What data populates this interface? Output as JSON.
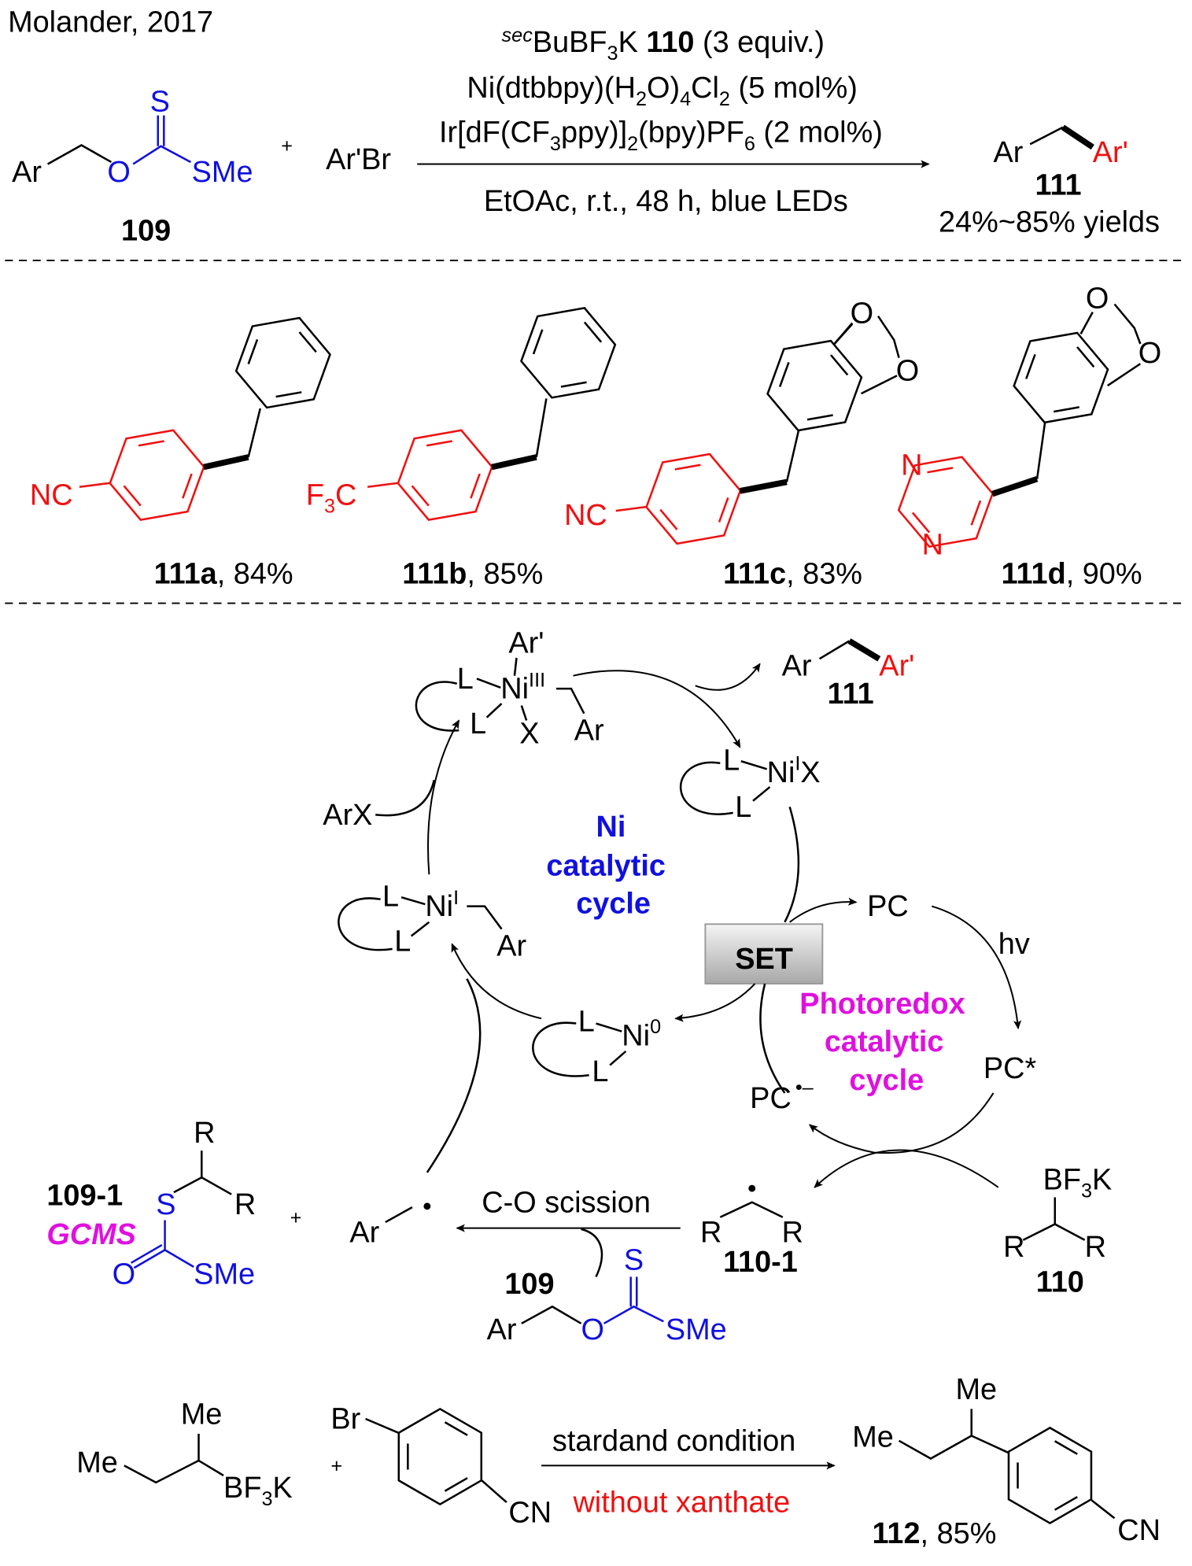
{
  "header": {
    "author": "Molander, 2017"
  },
  "scheme": {
    "reactant_label": "109",
    "ar": "Ar",
    "o": "O",
    "s": "S",
    "sme": "SMe",
    "plus": "+",
    "arbr": "Ar'Br",
    "cond1": {
      "sec": "sec",
      "a": "BuBF",
      "sub": "3",
      "b": "K ",
      "num": "110",
      "c": " (3 equiv.)"
    },
    "cond2": {
      "a": "Ni(dtbbpy)(H",
      "sub1": "2",
      "b": "O)",
      "sub2": "4",
      "c": "Cl",
      "sub3": "2",
      "d": " (5 mol%)"
    },
    "cond3": {
      "a": "Ir[dF(CF",
      "sub1": "3",
      "b": "ppy)]",
      "sub2": "2",
      "c": "(bpy)PF",
      "sub3": "6",
      "d": " (2 mol%)"
    },
    "cond4": "EtOAc, r.t., 48 h, blue LEDs",
    "product_ar": "Ar",
    "product_arp": "Ar'",
    "product_label": "111",
    "yields": "24%~85% yields"
  },
  "examples": [
    {
      "label": "111a",
      "yield": ", 84%",
      "sub": "NC"
    },
    {
      "label": "111b",
      "yield": ", 85%",
      "sub_a": "F",
      "sub_n": "3",
      "sub_b": "C"
    },
    {
      "label": "111c",
      "yield": ", 83%",
      "sub": "NC",
      "o1": "O",
      "o2": "O"
    },
    {
      "label": "111d",
      "yield": ", 90%",
      "n1": "N",
      "n2": "N",
      "o1": "O",
      "o2": "O"
    }
  ],
  "mechanism": {
    "ni3": {
      "arp": "Ar'",
      "l1": "L",
      "l2": "L",
      "ni": "Ni",
      "ox": "III",
      "x": "X",
      "ar": "Ar"
    },
    "prod": {
      "ar": "Ar",
      "arp": "Ar'",
      "label": "111"
    },
    "ni1x": {
      "l1": "L",
      "l2": "L",
      "ni": "Ni",
      "ox": "I",
      "x": "X"
    },
    "arx": "ArX",
    "ni_cycle": [
      "Ni",
      "catalytic",
      "cycle"
    ],
    "ni1r": {
      "l1": "L",
      "l2": "L",
      "ni": "Ni",
      "ox": "I",
      "ar": "Ar"
    },
    "set": "SET",
    "pc": "PC",
    "hv": "hv",
    "pcstar": "PC*",
    "pcrad": "PC",
    "pcrad_sup": "•–",
    "photo_cycle": [
      "Photoredox",
      "catalytic",
      "cycle"
    ],
    "ni0": {
      "l1": "L",
      "l2": "L",
      "ni": "Ni",
      "ox": "0"
    },
    "byprod": {
      "label": "109-1",
      "gcms": "GCMS",
      "s": "S",
      "r1": "R",
      "r2": "R",
      "o": "O",
      "sme": "SMe"
    },
    "plus": "+",
    "ar_rad": "Ar",
    "scission": "C-O scission",
    "x109": {
      "label": "109",
      "ar": "Ar",
      "o": "O",
      "s": "S",
      "sme": "SMe"
    },
    "rad": {
      "r1": "R",
      "r2": "R",
      "label": "110-1"
    },
    "bf3k": {
      "a": "BF",
      "sub": "3",
      "b": "K",
      "r1": "R",
      "r2": "R",
      "label": "110"
    }
  },
  "control": {
    "me1": "Me",
    "me2": "Me",
    "bf_a": "BF",
    "bf_sub": "3",
    "bf_b": "K",
    "plus": "+",
    "br": "Br",
    "cn": "CN",
    "cond_top": "stardand condition",
    "cond_bottom": "without xanthate",
    "p_me1": "Me",
    "p_me2": "Me",
    "p_cn": "CN",
    "p_label": "112",
    "p_yield": ", 85%"
  }
}
